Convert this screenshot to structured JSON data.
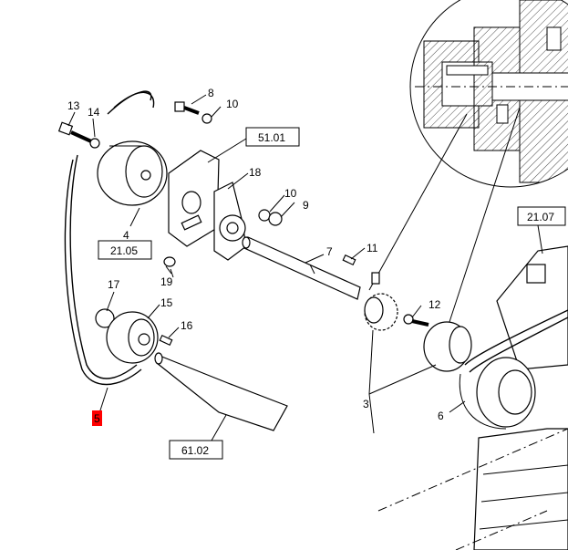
{
  "diagram": {
    "callouts": {
      "c13": "13",
      "c14": "14",
      "c8": "8",
      "c10a": "10",
      "c4": "4",
      "c18": "18",
      "c10b": "10",
      "c9": "9",
      "c7": "7",
      "c11": "11",
      "c19": "19",
      "c17": "17",
      "c15": "15",
      "c16": "16",
      "c12": "12",
      "c3": "3",
      "c6": "6",
      "c5": "5"
    },
    "boxes": {
      "b5101": "51.01",
      "b2105": "21.05",
      "b2107": "21.07",
      "b6102": "61.02"
    },
    "highlight_color": "#ff0000"
  }
}
